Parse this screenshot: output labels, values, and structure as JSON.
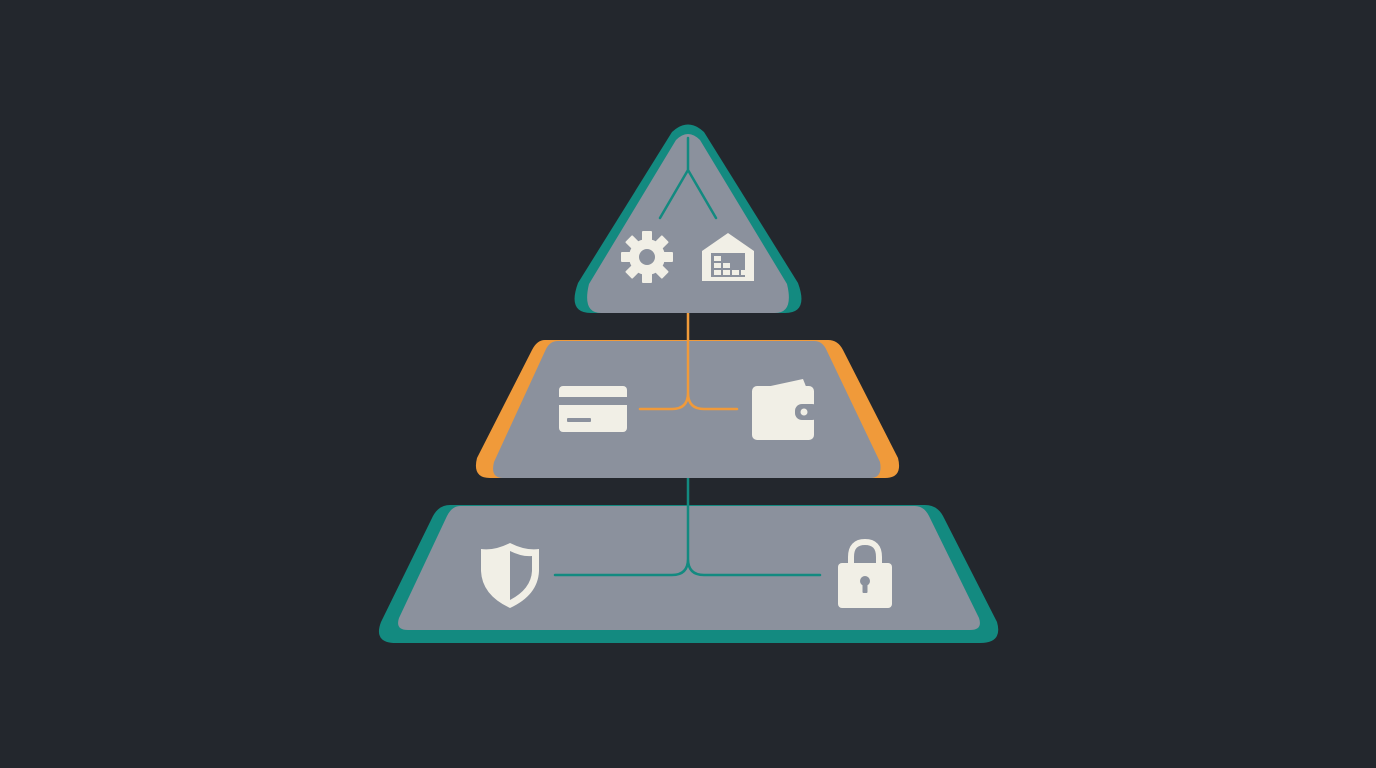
{
  "colors": {
    "background": "#23272d",
    "tier_fill": "#8b919d",
    "teal": "#138a80",
    "orange": "#f09a3a",
    "icon": "#f1efe6"
  },
  "diagram": {
    "tiers": [
      {
        "level": "top",
        "border_color": "teal",
        "icons": [
          "gear-icon",
          "warehouse-icon"
        ]
      },
      {
        "level": "middle",
        "border_color": "orange",
        "icons": [
          "credit-card-icon",
          "wallet-icon"
        ]
      },
      {
        "level": "bottom",
        "border_color": "teal",
        "icons": [
          "shield-icon",
          "lock-icon"
        ]
      }
    ],
    "connectors": [
      {
        "from": "bottom",
        "to": "middle",
        "color": "teal"
      },
      {
        "from": "middle",
        "to": "top",
        "color": "orange"
      }
    ]
  }
}
